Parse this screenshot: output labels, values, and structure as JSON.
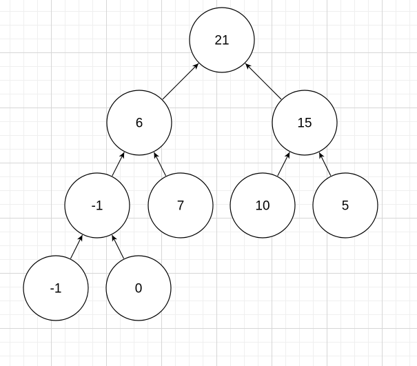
{
  "tree": {
    "nodes": [
      {
        "id": "root",
        "label": "21"
      },
      {
        "id": "left",
        "label": "6"
      },
      {
        "id": "right",
        "label": "15"
      },
      {
        "id": "left-left",
        "label": "-1"
      },
      {
        "id": "left-right",
        "label": "7"
      },
      {
        "id": "right-left",
        "label": "10"
      },
      {
        "id": "right-right",
        "label": "5"
      },
      {
        "id": "left-left-left",
        "label": "-1"
      },
      {
        "id": "left-left-right",
        "label": "0"
      }
    ],
    "edges": [
      {
        "from": "left",
        "to": "root"
      },
      {
        "from": "right",
        "to": "root"
      },
      {
        "from": "left-left",
        "to": "left"
      },
      {
        "from": "left-right",
        "to": "left"
      },
      {
        "from": "right-left",
        "to": "right"
      },
      {
        "from": "right-right",
        "to": "right"
      },
      {
        "from": "left-left-left",
        "to": "left-left"
      },
      {
        "from": "left-left-right",
        "to": "left-left"
      }
    ]
  }
}
